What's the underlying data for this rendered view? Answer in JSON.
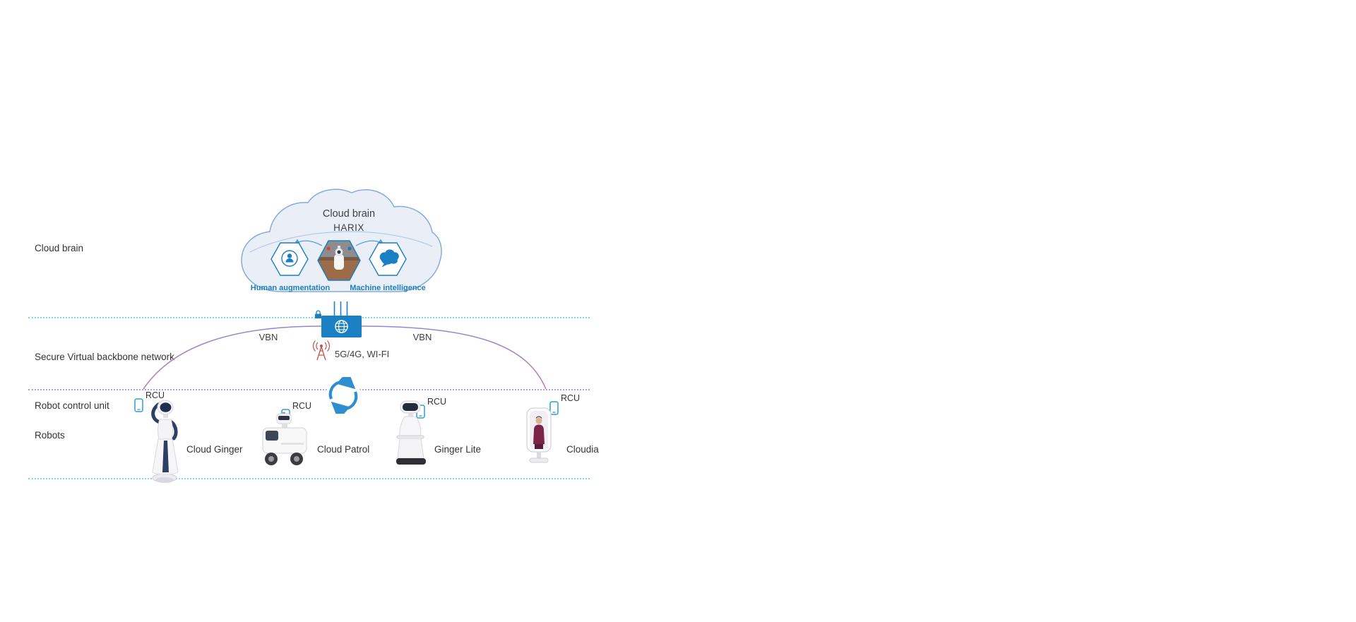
{
  "layers": {
    "cloud_brain_label": "Cloud brain",
    "vbn_label": "Secure Virtual backbone network",
    "rcu_label": "Robot control unit",
    "robots_label": "Robots"
  },
  "cloud": {
    "title": "Cloud brain",
    "subtitle": "HARIX",
    "hexagons": {
      "left_caption": "Human augmentation",
      "right_caption": "Machine intelligence"
    }
  },
  "network": {
    "vbn_left": "VBN",
    "vbn_right": "VBN",
    "wireless_label": "5G/4G, WI-FI"
  },
  "rcu_units": [
    {
      "label": "RCU"
    },
    {
      "label": "RCU"
    },
    {
      "label": "RCU"
    },
    {
      "label": "RCU"
    }
  ],
  "robots": [
    {
      "name": "Cloud Ginger"
    },
    {
      "name": "Cloud Patrol"
    },
    {
      "name": "Ginger Lite"
    },
    {
      "name": "Cloudia"
    }
  ],
  "colors": {
    "accent_blue": "#1b7fc4",
    "cloud_fill": "#e9eef7",
    "cloud_stroke": "#86abd8",
    "dotted_cyan": "#7fd6e8",
    "dotted_purple": "#a9a0dc",
    "arc_purple": "#b07cc6",
    "antenna_red": "#c0504d",
    "sync_blue": "#2e8fd0",
    "text_dark": "#3a3a3a"
  }
}
